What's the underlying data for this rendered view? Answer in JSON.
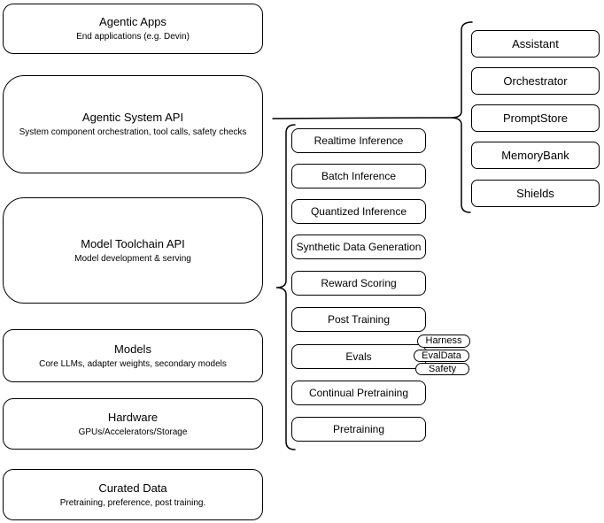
{
  "left_column": {
    "boxes": [
      {
        "title": "Agentic Apps",
        "subtitle": "End applications (e.g. Devin)"
      },
      {
        "title": "Agentic System API",
        "subtitle": "System component orchestration, tool calls, safety checks"
      },
      {
        "title": "Model Toolchain API",
        "subtitle": "Model development & serving"
      },
      {
        "title": "Models",
        "subtitle": "Core LLMs, adapter weights, secondary models"
      },
      {
        "title": "Hardware",
        "subtitle": "GPUs/Accelerators/Storage"
      },
      {
        "title": "Curated Data",
        "subtitle": "Pretraining, preference, post training."
      }
    ]
  },
  "toolchain_column": {
    "items": [
      {
        "label": "Realtime Inference"
      },
      {
        "label": "Batch Inference"
      },
      {
        "label": "Quantized Inference"
      },
      {
        "label": "Synthetic Data Generation"
      },
      {
        "label": "Reward Scoring"
      },
      {
        "label": "Post Training"
      },
      {
        "label": "Evals"
      },
      {
        "label": "Continual Pretraining"
      },
      {
        "label": "Pretraining"
      }
    ],
    "eval_tags": [
      {
        "label": "Harness"
      },
      {
        "label": "EvalData"
      },
      {
        "label": "Safety"
      }
    ]
  },
  "system_components_column": {
    "items": [
      {
        "label": "Assistant"
      },
      {
        "label": "Orchestrator"
      },
      {
        "label": "PromptStore"
      },
      {
        "label": "MemoryBank"
      },
      {
        "label": "Shields"
      }
    ]
  },
  "colors": {
    "stroke": "#000000",
    "box_fill": "#ffffff",
    "background": "#ffffff"
  }
}
